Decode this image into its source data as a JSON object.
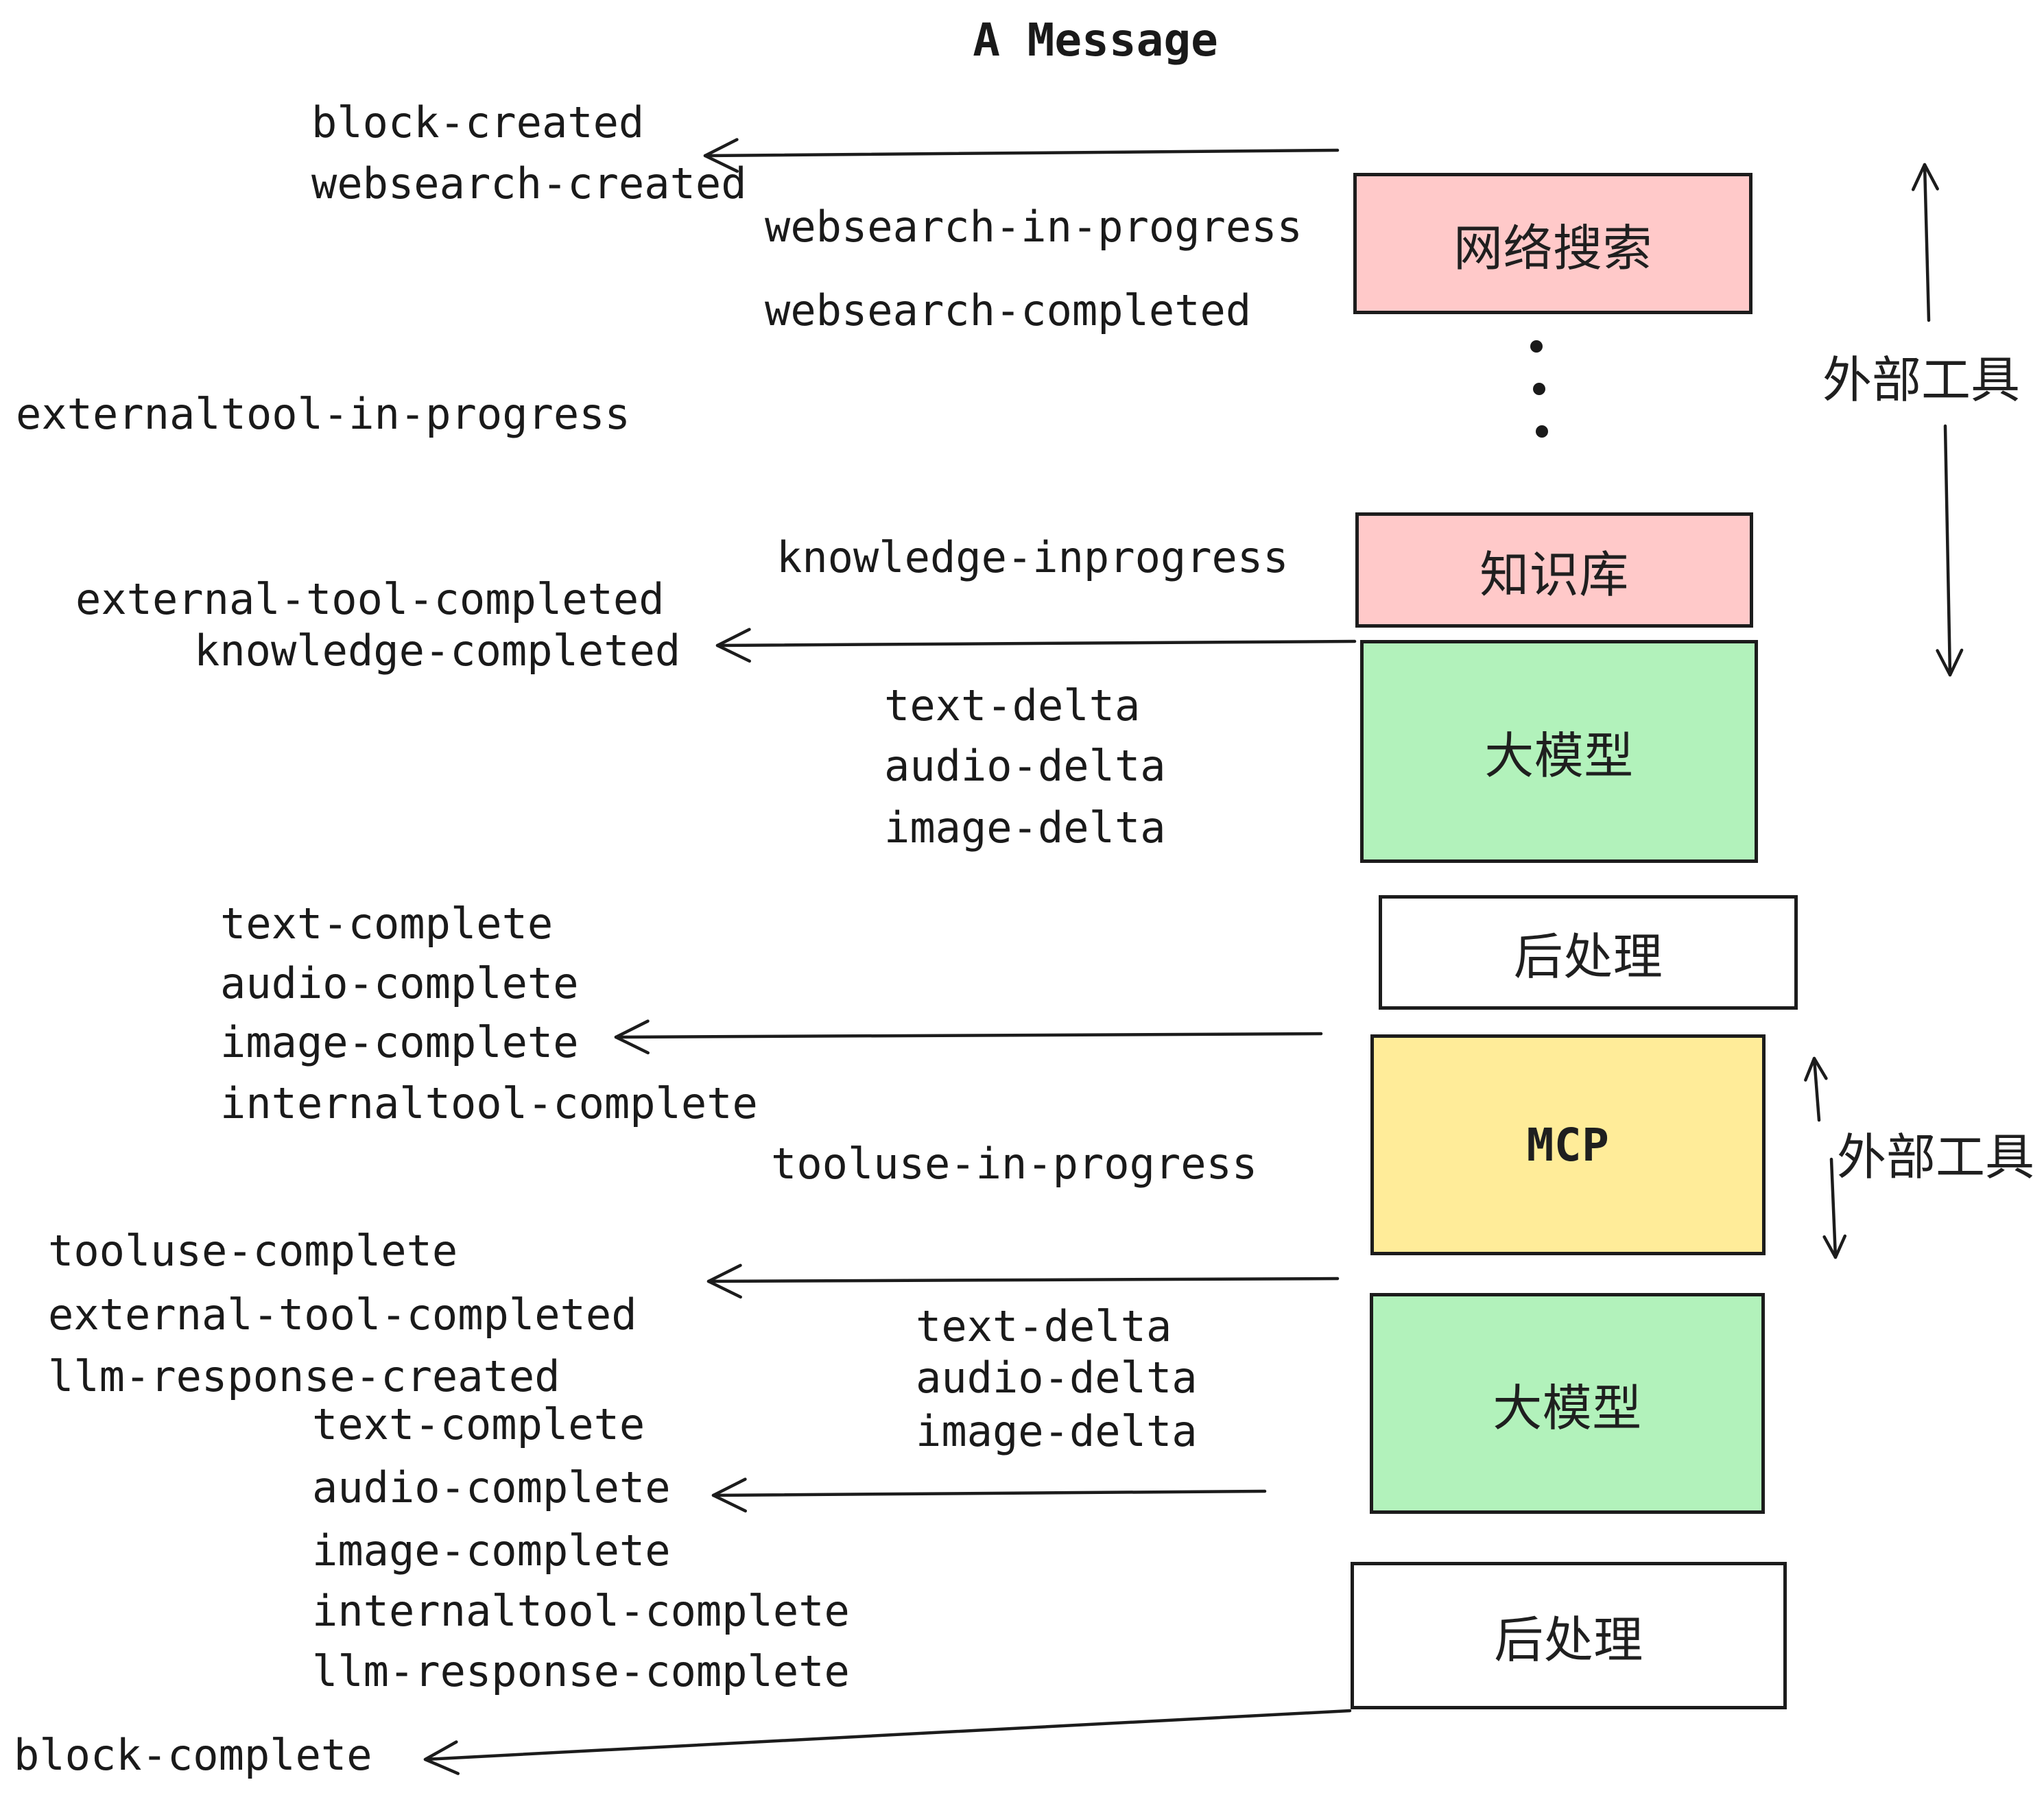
{
  "title": "A Message",
  "colors": {
    "pink": "#ffc9c9",
    "green": "#b2f2bb",
    "yellow": "#ffec99",
    "white": "#ffffff",
    "border": "#1c1c1c",
    "text": "#1a1a1a"
  },
  "boxes": [
    {
      "id": "websearch",
      "label": "网络搜索",
      "color": "pink"
    },
    {
      "id": "knowledge",
      "label": "知识库",
      "color": "pink"
    },
    {
      "id": "llm-1",
      "label": "大模型",
      "color": "green"
    },
    {
      "id": "postprocess-1",
      "label": "后处理",
      "color": "white"
    },
    {
      "id": "mcp",
      "label": "MCP",
      "color": "yellow"
    },
    {
      "id": "llm-2",
      "label": "大模型",
      "color": "green"
    },
    {
      "id": "postprocess-2",
      "label": "后处理",
      "color": "white"
    }
  ],
  "events": [
    {
      "id": "block-created",
      "text": "block-created"
    },
    {
      "id": "websearch-created",
      "text": "websearch-created"
    },
    {
      "id": "websearch-in-progress",
      "text": "websearch-in-progress"
    },
    {
      "id": "websearch-completed",
      "text": "websearch-completed"
    },
    {
      "id": "externaltool-in-progress",
      "text": "externaltool-in-progress"
    },
    {
      "id": "knowledge-inprogress",
      "text": "knowledge-inprogress"
    },
    {
      "id": "external-tool-completed-1",
      "text": "external-tool-completed"
    },
    {
      "id": "knowledge-completed",
      "text": "knowledge-completed"
    },
    {
      "id": "text-delta-1",
      "text": "text-delta"
    },
    {
      "id": "audio-delta-1",
      "text": "audio-delta"
    },
    {
      "id": "image-delta-1",
      "text": "image-delta"
    },
    {
      "id": "text-complete-1",
      "text": "text-complete"
    },
    {
      "id": "audio-complete-1",
      "text": "audio-complete"
    },
    {
      "id": "image-complete-1",
      "text": "image-complete"
    },
    {
      "id": "internaltool-complete-1",
      "text": "internaltool-complete"
    },
    {
      "id": "tooluse-in-progress",
      "text": "tooluse-in-progress"
    },
    {
      "id": "tooluse-complete",
      "text": "tooluse-complete"
    },
    {
      "id": "external-tool-completed-2",
      "text": "external-tool-completed"
    },
    {
      "id": "llm-response-created",
      "text": "llm-response-created"
    },
    {
      "id": "text-delta-2",
      "text": "text-delta"
    },
    {
      "id": "audio-delta-2",
      "text": "audio-delta"
    },
    {
      "id": "image-delta-2",
      "text": "image-delta"
    },
    {
      "id": "text-complete-2",
      "text": "text-complete"
    },
    {
      "id": "audio-complete-2",
      "text": "audio-complete"
    },
    {
      "id": "image-complete-2",
      "text": "image-complete"
    },
    {
      "id": "internaltool-complete-2",
      "text": "internaltool-complete"
    },
    {
      "id": "llm-response-complete",
      "text": "llm-response-complete"
    },
    {
      "id": "block-complete",
      "text": "block-complete"
    }
  ],
  "side_labels": [
    {
      "id": "external-tools-1",
      "text": "外部工具"
    },
    {
      "id": "external-tools-2",
      "text": "外部工具"
    }
  ]
}
